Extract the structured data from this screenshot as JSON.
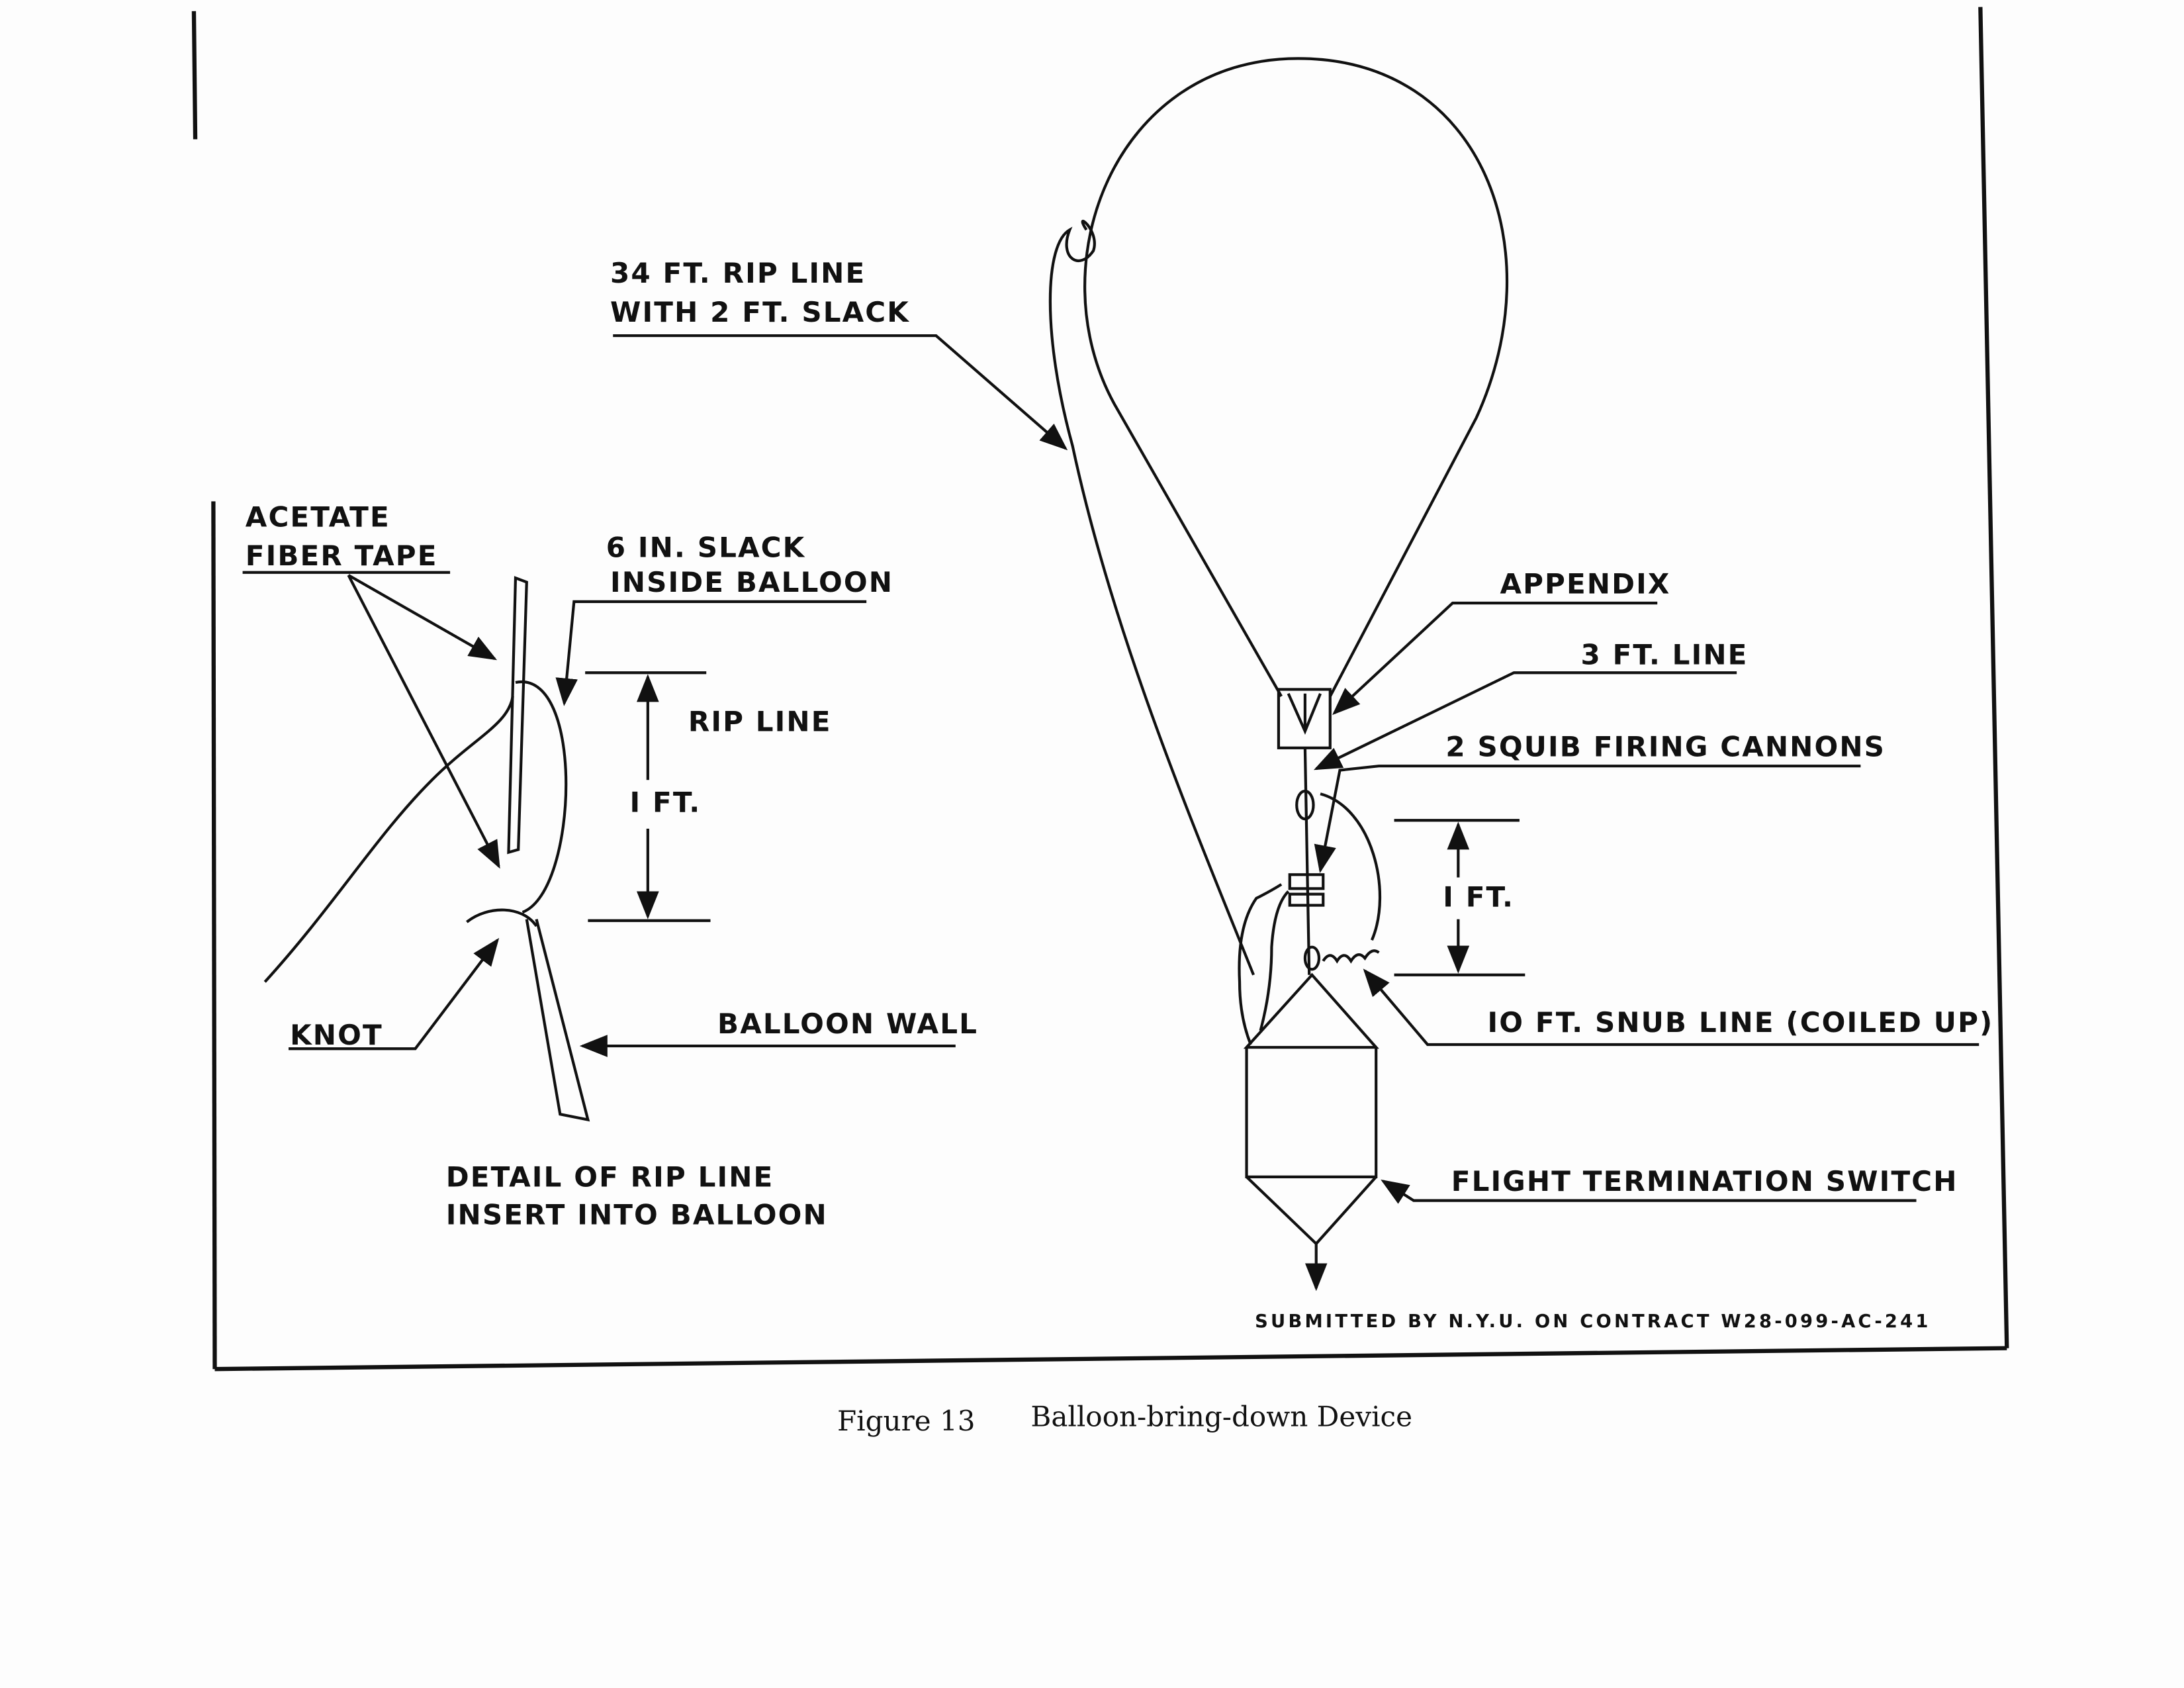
{
  "labels": {
    "rip_line_1": "34 FT. RIP LINE",
    "rip_line_2": "WITH 2 FT. SLACK",
    "acetate_1": "ACETATE",
    "acetate_2": "FIBER TAPE",
    "slack_1": "6 IN. SLACK",
    "slack_2": "INSIDE BALLOON",
    "rip_line": "RIP LINE",
    "one_ft_left": "I FT.",
    "knot": "KNOT",
    "balloon_wall": "BALLOON WALL",
    "detail_1": "DETAIL OF RIP LINE",
    "detail_2": "INSERT INTO BALLOON",
    "appendix": "APPENDIX",
    "three_ft_line": "3 FT. LINE",
    "squib": "2 SQUIB FIRING CANNONS",
    "one_ft_right": "I FT.",
    "snub_line": "IO FT. SNUB LINE (COILED UP)",
    "termination": "FLIGHT TERMINATION SWITCH",
    "submitted": "SUBMITTED BY N.Y.U. ON CONTRACT W28-099-AC-241"
  },
  "caption": {
    "figure": "Figure 13",
    "title": "Balloon-bring-down Device"
  }
}
